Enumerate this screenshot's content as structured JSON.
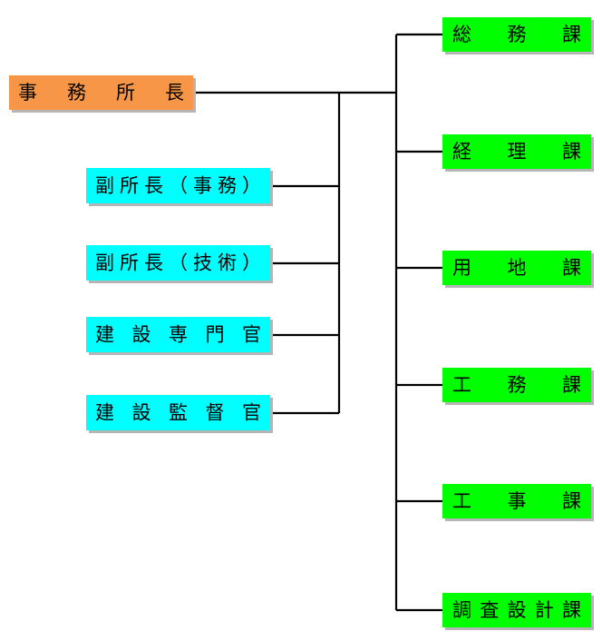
{
  "colors": {
    "head": "#f79646",
    "deputy": "#00ffff",
    "section": "#00ff00",
    "line": "#000000"
  },
  "head": {
    "label": "事 務 所 長"
  },
  "deputies": [
    {
      "label": "副所長（事務）"
    },
    {
      "label": "副所長（技術）"
    },
    {
      "label": "建 設 専 門 官"
    },
    {
      "label": "建 設 監 督 官"
    }
  ],
  "sections": [
    {
      "label": "総 務 課"
    },
    {
      "label": "経 理 課"
    },
    {
      "label": "用 地 課"
    },
    {
      "label": "工 務 課"
    },
    {
      "label": "工 事 課"
    },
    {
      "label": "調査設計課"
    }
  ]
}
